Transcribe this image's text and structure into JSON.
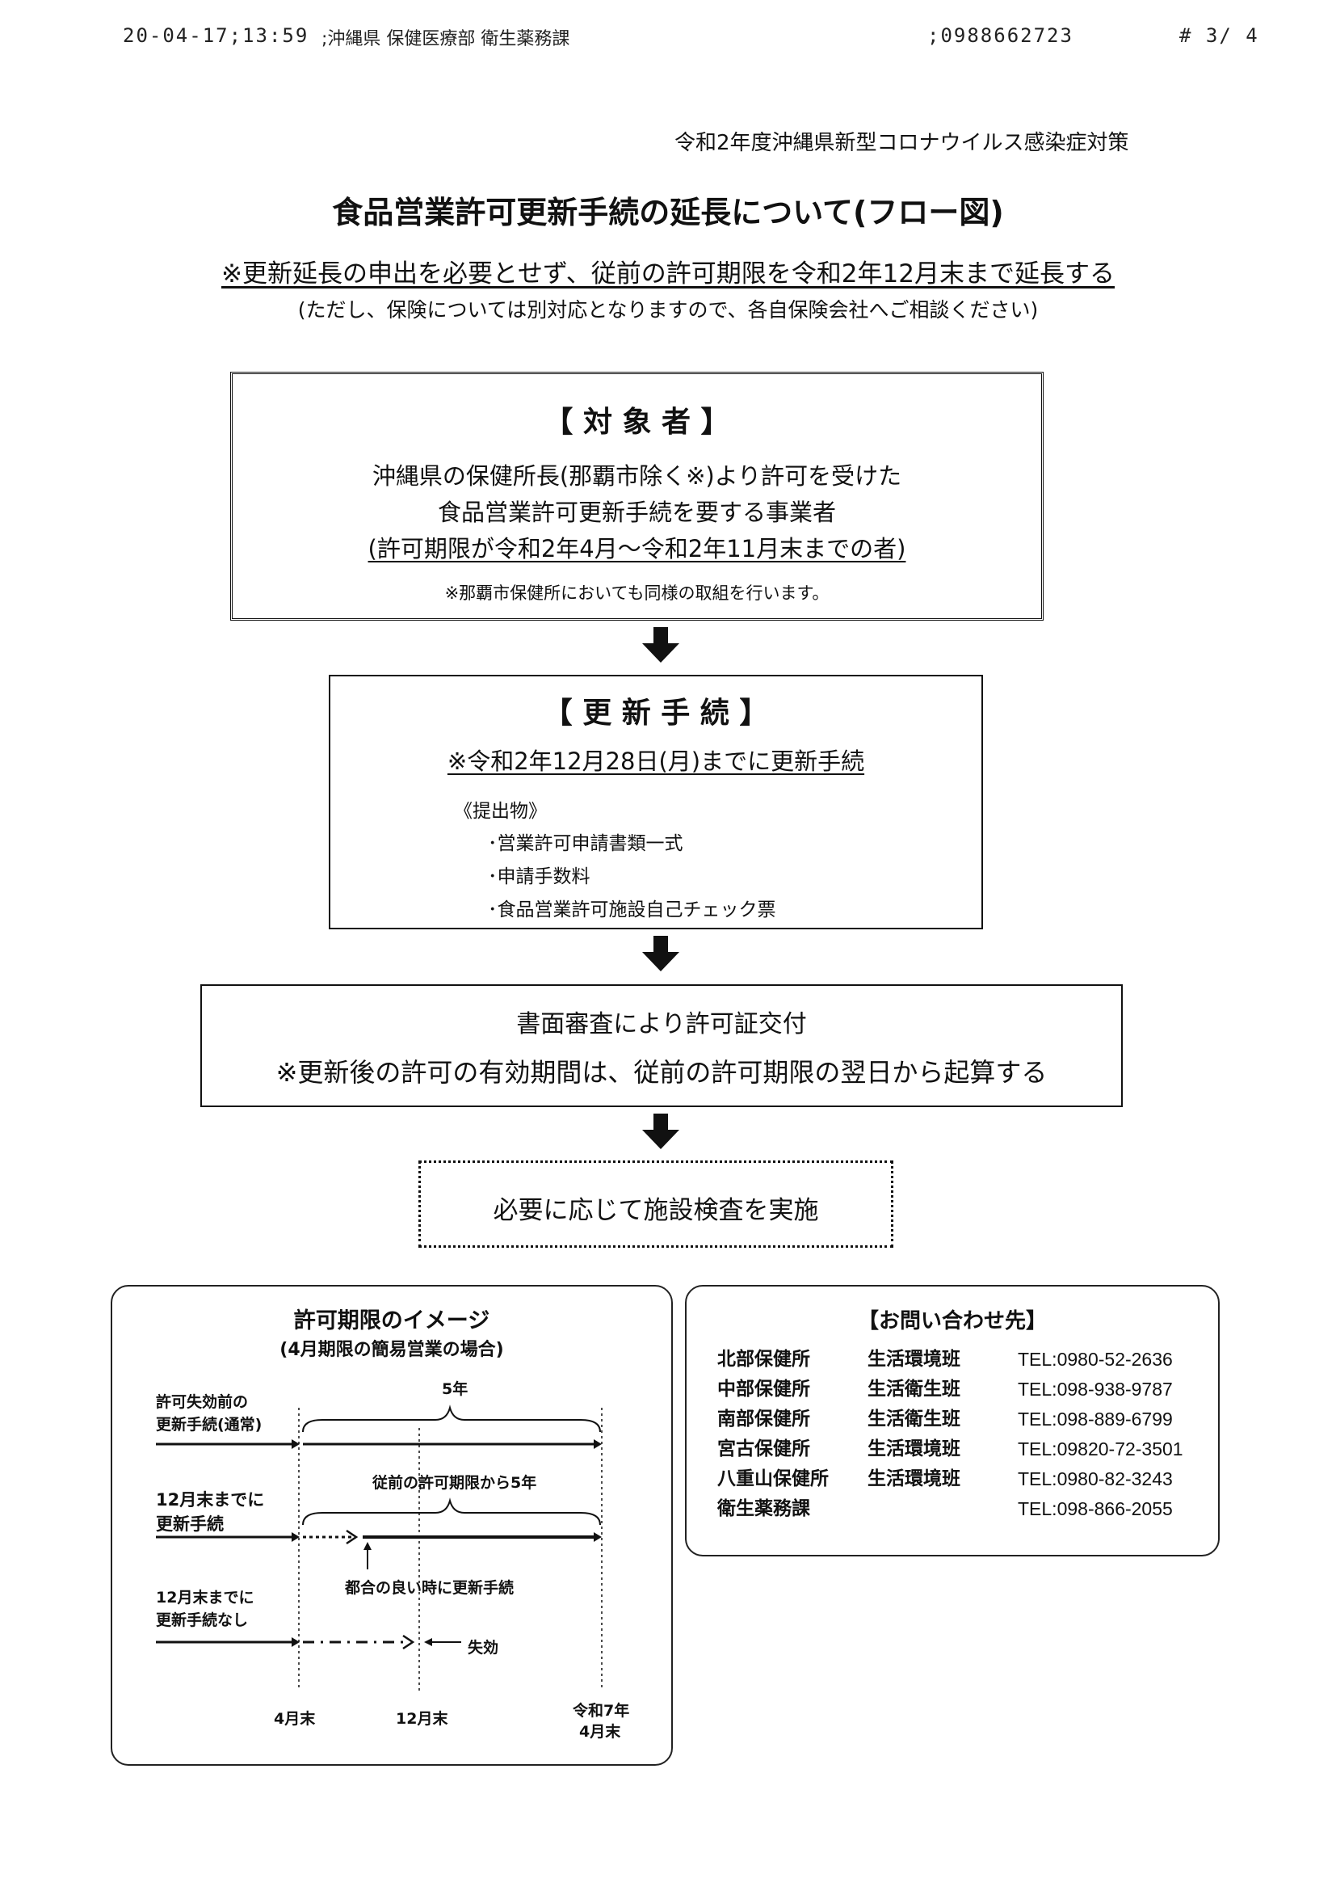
{
  "fax_header": {
    "datetime": "20-04-17;13:59",
    "sender": ";沖縄県 保健医療部 衛生薬務課",
    "number": ";0988662723",
    "page": "#  3/  4"
  },
  "header": {
    "subtitle": "令和2年度沖縄県新型コロナウイルス感染症対策",
    "title": "食品営業許可更新手続の延長について(フロー図)",
    "note": "※更新延長の申出を必要とせず、従前の許可期限を令和2年12月末まで延長する",
    "subnote": "(ただし、保険については別対応となりますので、各自保険会社へご相談ください)"
  },
  "flow": {
    "box1": {
      "heading": "【 対 象 者 】",
      "line1": "沖縄県の保健所長(那覇市除く※)より許可を受けた",
      "line2": "食品営業許可更新手続を要する事業者",
      "line3": "(許可期限が令和2年4月～令和2年11月末までの者)",
      "footnote": "※那覇市保健所においても同様の取組を行います。"
    },
    "box2": {
      "heading": "【 更 新 手 続 】",
      "deadline": "※令和2年12月28日(月)までに更新手続",
      "items_label": "《提出物》",
      "items": [
        "･営業許可申請書類一式",
        "･申請手数料",
        "･食品営業許可施設自己チェック票"
      ]
    },
    "box3": {
      "line1": "書面審査により許可証交付",
      "line2": "※更新後の許可の有効期間は、従前の許可期限の翌日から起算する"
    },
    "box4": {
      "line1": "必要に応じて施設検査を実施"
    }
  },
  "timeline": {
    "title": "許可期限のイメージ",
    "subtitle": "(4月期限の簡易営業の場合)",
    "rows": [
      {
        "label1": "許可失効前の",
        "label2": "更新手続(通常)",
        "span_label": "5年"
      },
      {
        "label1": "12月末までに",
        "label2": "更新手続",
        "span_label": "従前の許可期限から5年",
        "note": "都合の良い時に更新手続"
      },
      {
        "label1": "12月末までに",
        "label2": "更新手続なし",
        "note": "失効"
      }
    ],
    "axis": [
      "4月末",
      "12月末",
      "令和7年",
      "4月末"
    ]
  },
  "contacts": {
    "title": "【お問い合わせ先】",
    "rows": [
      {
        "office": "北部保健所",
        "section": "生活環境班",
        "tel": "TEL:0980-52-2636"
      },
      {
        "office": "中部保健所",
        "section": "生活衛生班",
        "tel": "TEL:098-938-9787"
      },
      {
        "office": "南部保健所",
        "section": "生活衛生班",
        "tel": "TEL:098-889-6799"
      },
      {
        "office": "宮古保健所",
        "section": "生活環境班",
        "tel": "TEL:09820-72-3501"
      },
      {
        "office": "八重山保健所",
        "section": "生活環境班",
        "tel": "TEL:0980-82-3243"
      },
      {
        "office": "衛生薬務課",
        "section": "",
        "tel": "TEL:098-866-2055"
      }
    ]
  }
}
